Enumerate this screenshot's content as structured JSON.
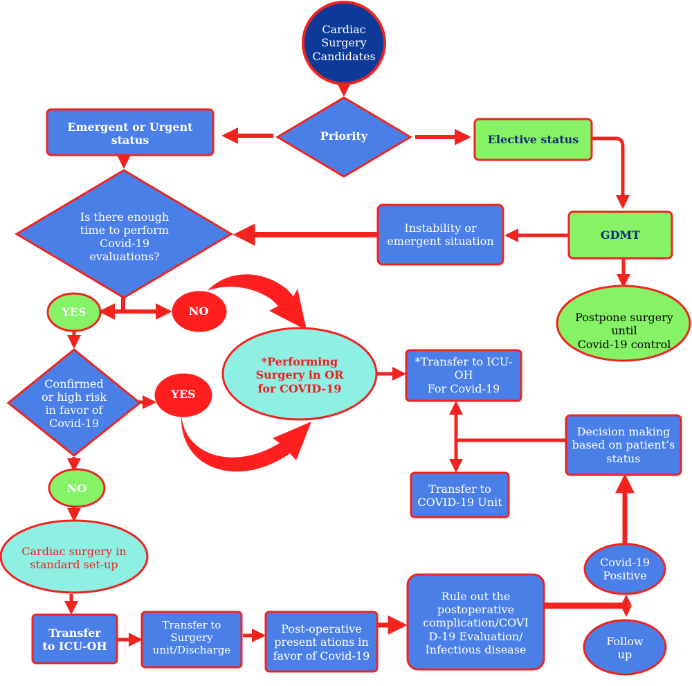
{
  "colors": {
    "border": "#f0231f",
    "arrow": "#f0231f",
    "blue": "#4a7fe8",
    "dark_blue": "#0d3a99",
    "green": "#86f266",
    "teal": "#8ef0e2",
    "red": "#ff1f1f",
    "white": "#ffffff"
  },
  "nodes": {
    "start": [
      "Cardiac",
      "Surgery",
      "Candidates"
    ],
    "priority": "Priority",
    "emergent": [
      "Emergent or Urgent",
      "status"
    ],
    "elective": "Elective status",
    "time_check": [
      "Is there enough",
      "time to perform",
      "Covid-19",
      "evaluations?"
    ],
    "instability": [
      "Instability or",
      "emergent situation"
    ],
    "gdmt": "GDMT",
    "postpone": [
      "Postpone surgery",
      "until",
      "Covid-19 control"
    ],
    "yes1": "YES",
    "no1": "NO",
    "performing_or": [
      "*Performing",
      "Surgery in OR",
      "for COVID-19"
    ],
    "transfer_icu_oh_covid": [
      "*Transfer to ICU-OH",
      "For Covid-19"
    ],
    "confirmed_check": [
      "Confirmed",
      "or high risk",
      "in favor of",
      "Covid-19"
    ],
    "yes2": "YES",
    "decision": [
      "Decision making",
      "based on patient’s",
      "status"
    ],
    "transfer_covid_unit": [
      "Transfer to",
      "COVID-19 Unit"
    ],
    "no2": "NO",
    "standard_setup": [
      "Cardiac surgery in",
      "standard set-up"
    ],
    "covid_positive": [
      "Covid-19",
      "Positive"
    ],
    "rule_out": [
      "Rule out the",
      "postoperative",
      "complication/COVI",
      "D-19 Evaluation/",
      "Infectious disease"
    ],
    "transfer_icu_oh": [
      "Transfer",
      "to ICU-OH"
    ],
    "transfer_surgery_unit": [
      "Transfer to Surgery",
      "unit/Discharge"
    ],
    "postop": [
      "Post-operative",
      "present ations in",
      "favor of Covid-19"
    ],
    "follow_up": [
      "Follow",
      "up"
    ]
  }
}
